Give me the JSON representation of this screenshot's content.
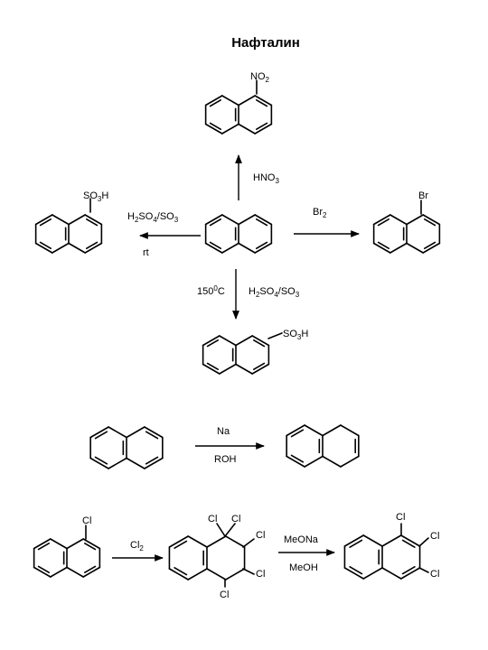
{
  "title": "Нафталин",
  "substituents": {
    "no2": {
      "main": "NO",
      "sub": "2"
    },
    "br": "Br",
    "so3h_alpha": {
      "a": "SO",
      "sub": "3",
      "b": "H"
    },
    "so3h_beta": {
      "a": "SO",
      "sub": "3",
      "b": "H"
    },
    "cl_start": "Cl",
    "cl_1a": "Cl",
    "cl_1b": "Cl",
    "cl_2": "Cl",
    "cl_3": "Cl",
    "cl_4": "Cl",
    "cl_p1": "Cl",
    "cl_p2": "Cl",
    "cl_p3": "Cl"
  },
  "reagents": {
    "hno3": {
      "a": "HNO",
      "sub": "3"
    },
    "br2": {
      "a": "Br",
      "sub": "2"
    },
    "sulf_left": {
      "a": "H",
      "s1": "2",
      "b": "SO",
      "s2": "4",
      "c": "/SO",
      "s3": "3"
    },
    "rt": "rt",
    "temp": {
      "a": "150",
      "sup": "0",
      "b": "C"
    },
    "sulf_down": {
      "a": "H",
      "s1": "2",
      "b": "SO",
      "s2": "4",
      "c": "/SO",
      "s3": "3"
    },
    "na": "Na",
    "roh": "ROH",
    "cl2": {
      "a": "Cl",
      "sub": "2"
    },
    "meona": "MeONa",
    "meoh": "MeOH"
  }
}
